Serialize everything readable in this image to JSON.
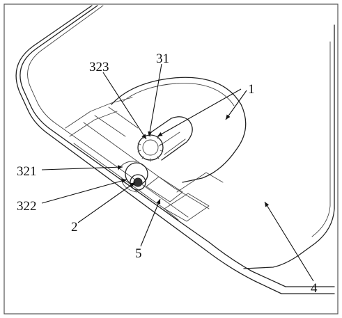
{
  "labels": {
    "l1": "1",
    "l2": "2",
    "l4": "4",
    "l5": "5",
    "l31": "31",
    "l321": "321",
    "l322": "322",
    "l323": "323"
  },
  "colors": {
    "stroke": "#222222",
    "background": "#ffffff"
  }
}
